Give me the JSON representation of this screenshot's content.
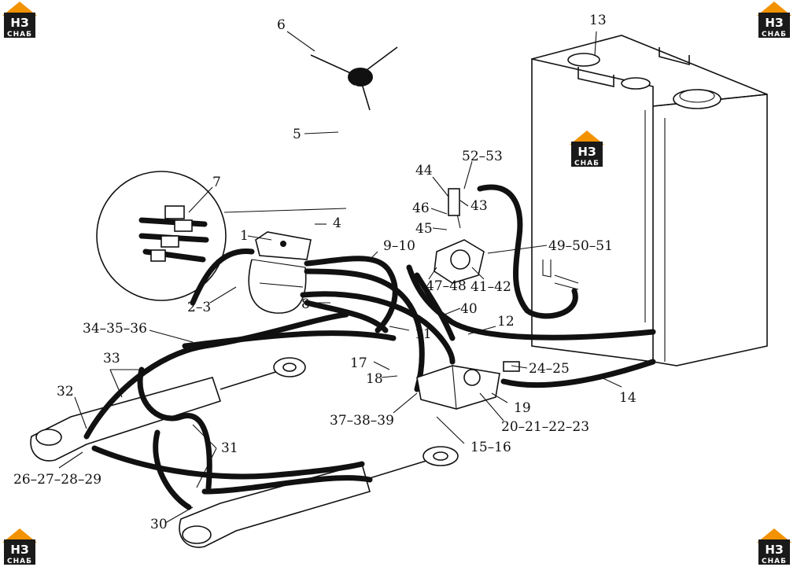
{
  "logo": {
    "mark": "НЗ",
    "caption": "СНАБ"
  },
  "labels": {
    "l1": "1",
    "l2_3": "2–3",
    "l4": "4",
    "l5": "5",
    "l6": "6",
    "l7": "7",
    "l8": "8",
    "l9_10": "9–10",
    "l11": "11",
    "l12": "12",
    "l13": "13",
    "l14": "14",
    "l15_16": "15–16",
    "l17": "17",
    "l18": "18",
    "l19": "19",
    "l20_23": "20–21–22–23",
    "l24_25": "24–25",
    "l26_29": "26–27–28–29",
    "l30": "30",
    "l31": "31",
    "l32": "32",
    "l33": "33",
    "l34_36": "34–35–36",
    "l37_39": "37–38–39",
    "l40": "40",
    "l41_42": "41–42",
    "l43": "43",
    "l44": "44",
    "l45": "45",
    "l46": "46",
    "l47_48": "47–48",
    "l49_51": "49–50–51",
    "l52_53": "52–53"
  },
  "colors": {
    "ink": "#111111",
    "logo_orange": "#f39200",
    "logo_dark": "#1a1a1a"
  }
}
